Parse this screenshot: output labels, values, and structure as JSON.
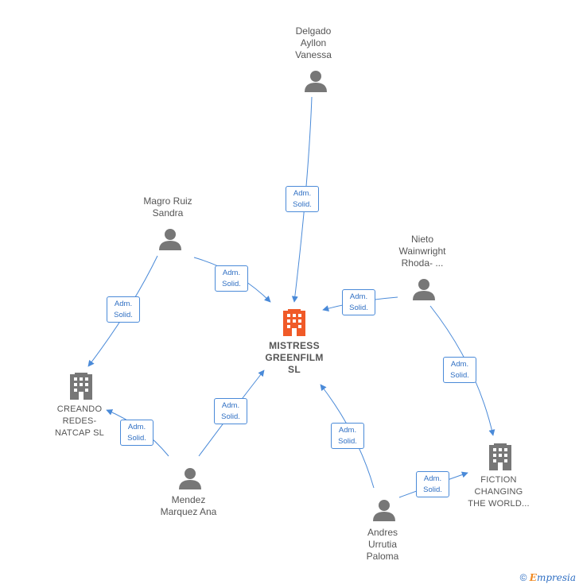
{
  "colors": {
    "edge": "#4a8ad8",
    "focus_company": "#f05a28",
    "company": "#777777",
    "person": "#777777"
  },
  "nodes": {
    "focus": {
      "label": "MISTRESS\nGREENFILM\nSL",
      "icon": "building-icon"
    },
    "creando": {
      "label": "CREANDO\nREDES-\nNATCAP  SL",
      "icon": "building-icon"
    },
    "fiction": {
      "label": "FICTION\nCHANGING\nTHE WORLD...",
      "icon": "building-icon"
    },
    "delgado": {
      "label": "Delgado\nAyllon\nVanessa",
      "icon": "person-icon"
    },
    "magro": {
      "label": "Magro Ruiz\nSandra",
      "icon": "person-icon"
    },
    "nieto": {
      "label": "Nieto\nWainwright\nRhoda- ...",
      "icon": "person-icon"
    },
    "mendez": {
      "label": "Mendez\nMarquez Ana",
      "icon": "person-icon"
    },
    "andres": {
      "label": "Andres\nUrrutia\nPaloma",
      "icon": "person-icon"
    }
  },
  "edge_label": {
    "line1": "Adm.",
    "line2": "Solid."
  },
  "footer": {
    "copyright": "©",
    "brand_first": "E",
    "brand_rest": "mpresia"
  }
}
